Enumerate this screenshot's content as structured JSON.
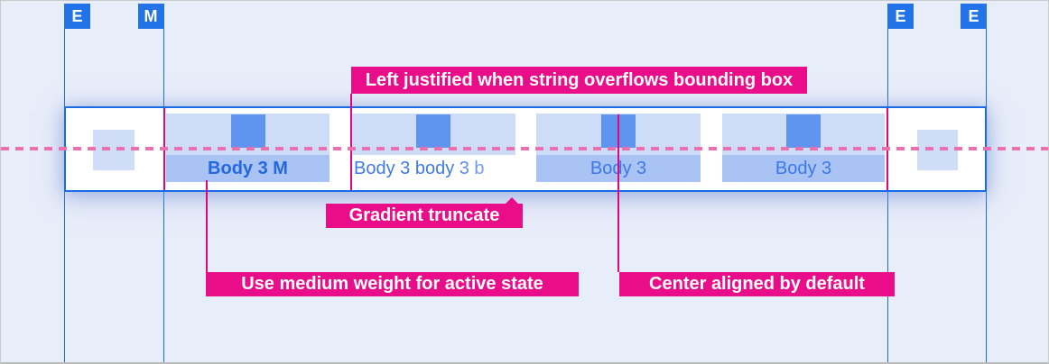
{
  "markers": [
    {
      "label": "E"
    },
    {
      "label": "M"
    },
    {
      "label": "E"
    },
    {
      "label": "E"
    }
  ],
  "tabbar": {
    "tabs": [
      {
        "label": "Body 3 M",
        "state": "active",
        "align": "center"
      },
      {
        "label": "Body 3 body 3 b",
        "state": "truncated",
        "align": "left"
      },
      {
        "label": "Body 3",
        "state": "default",
        "align": "center"
      },
      {
        "label": "Body 3",
        "state": "default",
        "align": "center"
      }
    ]
  },
  "annotations": {
    "left_justified": "Left justified when string overflows bounding box",
    "gradient_truncate": "Gradient truncate",
    "medium_weight": "Use medium weight for active state",
    "center_aligned": "Center aligned by default"
  },
  "colors": {
    "background": "#e8edfa",
    "guide_blue": "#1a6ce6",
    "marker_blue": "#2273e8",
    "panel_border_blue": "#1a6ce6",
    "tab_light_blue": "#cddcf7",
    "tab_medium_blue": "#a9c3f4",
    "tab_square_blue": "#6095ef",
    "tab_text_blue": "#3b78e8",
    "active_text_blue": "#2468e0",
    "dashed_pink": "#ee6fb0",
    "annotation_magenta": "#e90d89",
    "annotation_line_pink": "#e0077c"
  }
}
